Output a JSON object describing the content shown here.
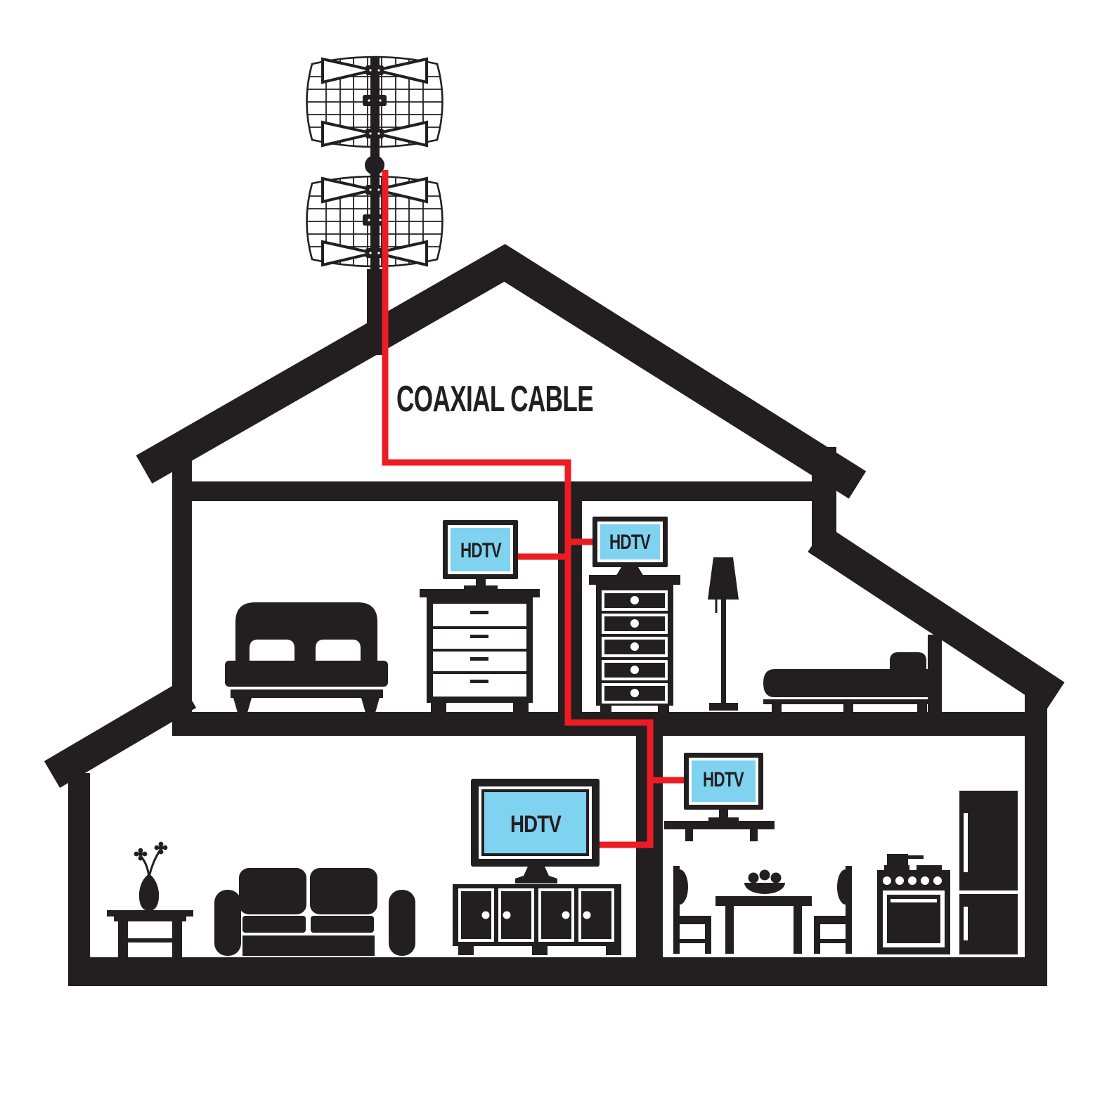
{
  "labels": {
    "coaxial_cable": "COAXIAL CABLE"
  },
  "tvs": [
    {
      "room": "bedroom-left",
      "label": "HDTV"
    },
    {
      "room": "bedroom-middle",
      "label": "HDTV"
    },
    {
      "room": "living-room",
      "label": "HDTV"
    },
    {
      "room": "kitchen",
      "label": "HDTV"
    }
  ],
  "colors": {
    "ink": "#231F20",
    "cable": "#ED1C24",
    "screen": "#7FD2F0",
    "bg": "#FFFFFF"
  },
  "components": [
    "outdoor-grid-antenna",
    "antenna-mast",
    "coaxial-cable-run",
    "house-cross-section",
    "double-bed",
    "white-dresser",
    "tall-chest",
    "floor-lamp",
    "single-bed",
    "side-table",
    "flower-vase",
    "sofa",
    "tv-cabinet",
    "wall-shelf",
    "dining-chair",
    "dining-table",
    "fruit-bowl",
    "stove",
    "refrigerator"
  ]
}
